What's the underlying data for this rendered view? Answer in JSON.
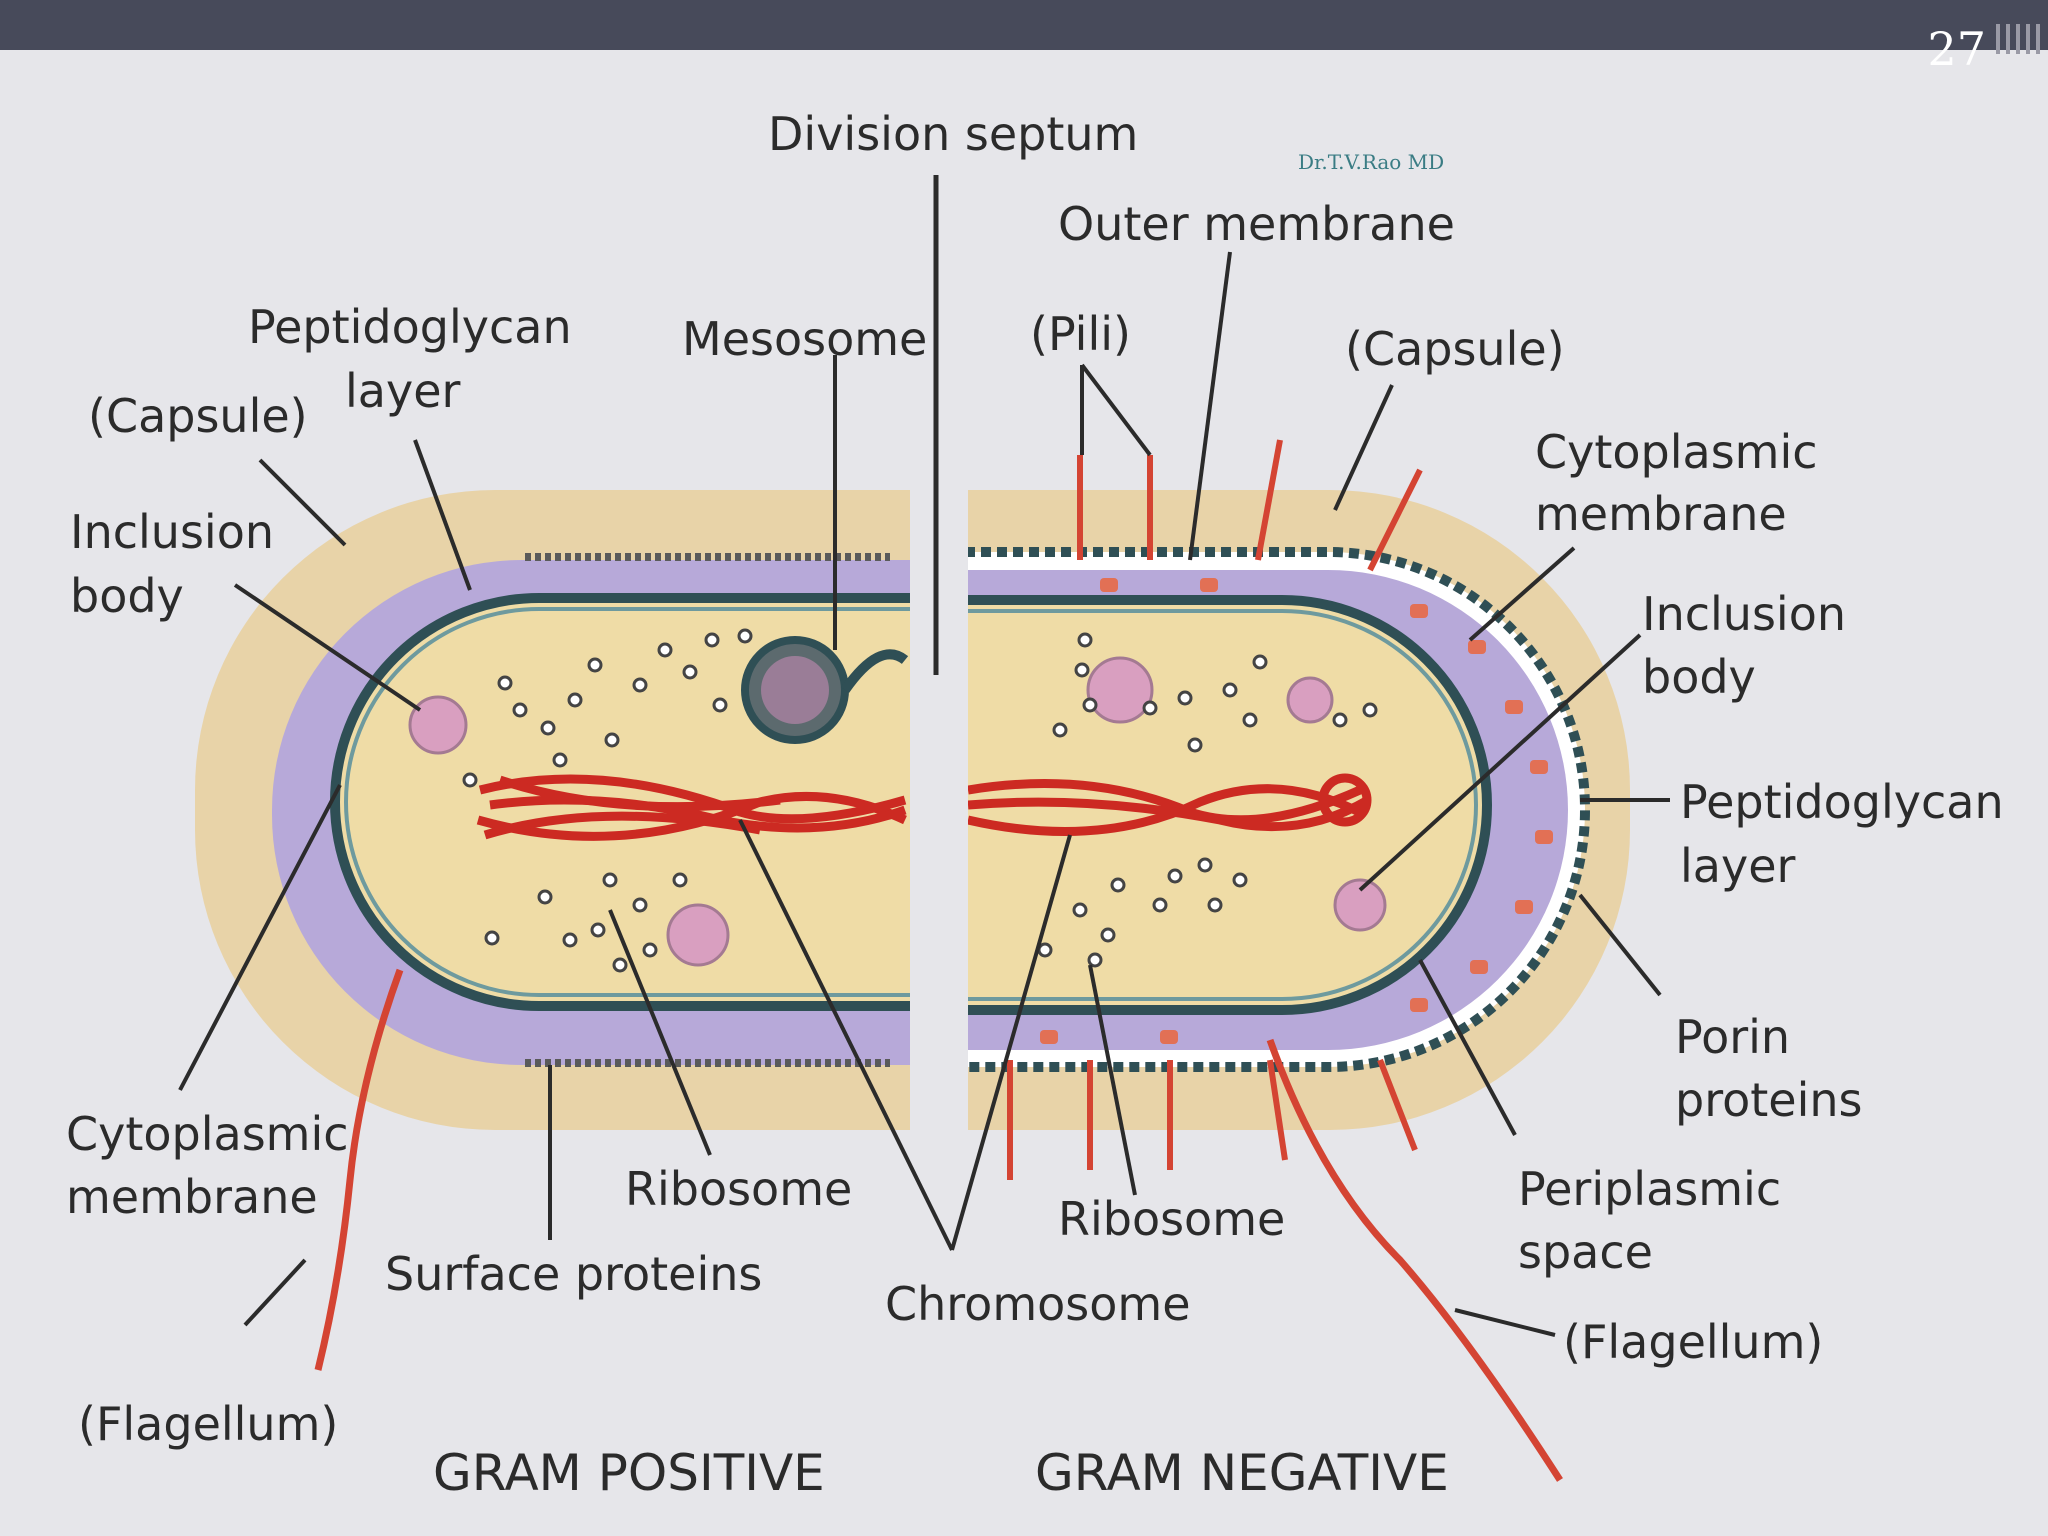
{
  "slide": {
    "number": "27",
    "author": "Dr.T.V.Rao MD"
  },
  "colors": {
    "capsule": "#e8d3a8",
    "peptidoglycan": "#b7a9d9",
    "cytoplasm": "#efdca6",
    "membrane": "#3f6a6e",
    "chromosome": "#cc2a22",
    "flagellum": "#d44433",
    "porin": "#e27055",
    "inclusion": "#d99fc0"
  },
  "labels": {
    "division_septum": "Division septum",
    "outer_membrane": "Outer membrane",
    "mesosome": "Mesosome",
    "pili": "(Pili)",
    "capsule_left": "(Capsule)",
    "capsule_right": "(Capsule)",
    "peptidoglycan_left": [
      "Peptidoglycan",
      "layer"
    ],
    "peptidoglycan_right": [
      "Peptidoglycan",
      "layer"
    ],
    "inclusion_left": [
      "Inclusion",
      "body"
    ],
    "inclusion_right": [
      "Inclusion",
      "body"
    ],
    "cytoplasmic_left": [
      "Cytoplasmic",
      "membrane"
    ],
    "cytoplasmic_right": [
      "Cytoplasmic",
      "membrane"
    ],
    "porin": [
      "Porin",
      "proteins"
    ],
    "periplasmic": [
      "Periplasmic",
      "space"
    ],
    "ribosome_left": "Ribosome",
    "ribosome_right": "Ribosome",
    "surface_proteins": "Surface proteins",
    "chromosome": "Chromosome",
    "flagellum_left": "(Flagellum)",
    "flagellum_right": "(Flagellum)",
    "gram_positive": "GRAM POSITIVE",
    "gram_negative": "GRAM NEGATIVE"
  }
}
